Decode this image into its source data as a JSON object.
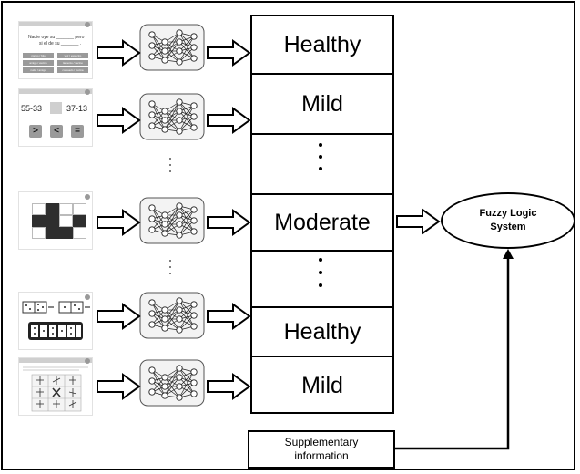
{
  "thumbnails": {
    "sentence": {
      "line1": "Nadie oye su _______ pero",
      "line2": "si el de su _______ .",
      "options": [
        "zorros / hijo",
        "voz / espectro",
        "amigo / vecino",
        "lamento / vecino",
        "ruido / amigo",
        "consuelo / vecina"
      ]
    },
    "compare": {
      "left": "55-33",
      "right": "37-13",
      "buttons": [
        ">",
        "<",
        "="
      ]
    }
  },
  "levels": [
    "Healthy",
    "Mild",
    "",
    "Moderate",
    "",
    "Healthy",
    "Mild"
  ],
  "fuzzy": {
    "line1": "Fuzzy Logic",
    "line2": "System"
  },
  "supplementary": {
    "line1": "Supplementary",
    "line2": "information"
  }
}
